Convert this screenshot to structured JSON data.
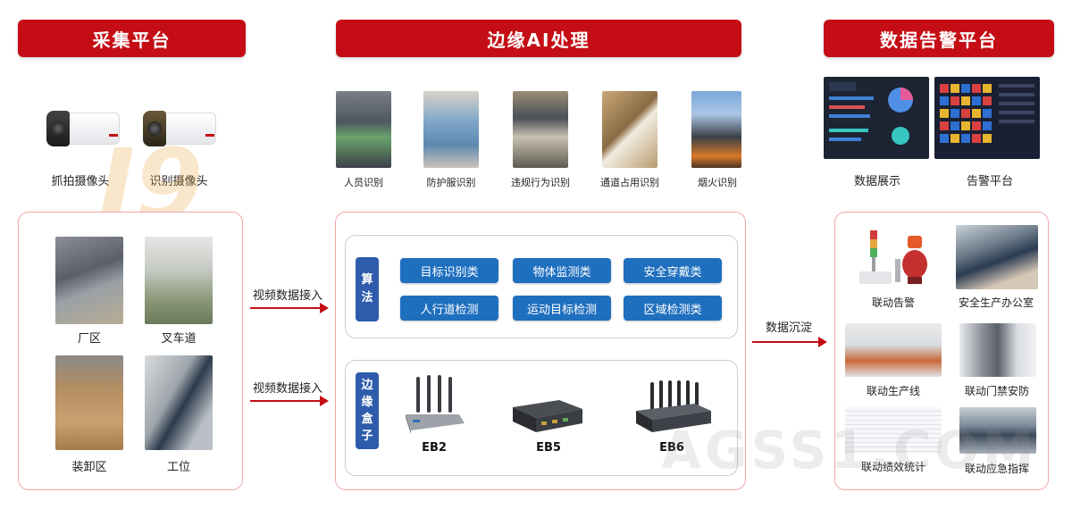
{
  "headers": {
    "collect": "采集平台",
    "edge": "边缘AI处理",
    "alarm": "数据告警平台"
  },
  "collect": {
    "cameras": [
      {
        "label": "抓拍摄像头"
      },
      {
        "label": "识别摄像头"
      }
    ],
    "scenes": [
      {
        "label": "厂区"
      },
      {
        "label": "叉车道"
      },
      {
        "label": "装卸区"
      },
      {
        "label": "工位"
      }
    ]
  },
  "arrows": {
    "top": "视频数据接入",
    "bottom": "视频数据接入",
    "right": "数据沉淀"
  },
  "edge": {
    "recognition": [
      {
        "label": "人员识别"
      },
      {
        "label": "防护服识别"
      },
      {
        "label": "违规行为识别"
      },
      {
        "label": "通道占用识别"
      },
      {
        "label": "烟火识别"
      }
    ],
    "algo_tag": [
      "算",
      "法"
    ],
    "algorithms": [
      "目标识别类",
      "物体监测类",
      "安全穿戴类",
      "人行道检测",
      "运动目标检测",
      "区域检测类"
    ],
    "box_tag": [
      "边",
      "缘",
      "盒",
      "子"
    ],
    "devices": [
      "EB2",
      "EB5",
      "EB6"
    ]
  },
  "alarm": {
    "screens": [
      {
        "label": "数据展示"
      },
      {
        "label": "告警平台"
      }
    ],
    "linkages": [
      "联动告警",
      "安全生产办公室",
      "联动生产线",
      "联动门禁安防",
      "联动绩效统计",
      "联动应急指挥"
    ]
  },
  "watermarks": {
    "logo": "J9",
    "text": "AGSS1.COM"
  },
  "colors": {
    "brand_red": "#c40d15",
    "algo_blue": "#1f6fbf",
    "tag_blue": "#2e5bab"
  }
}
